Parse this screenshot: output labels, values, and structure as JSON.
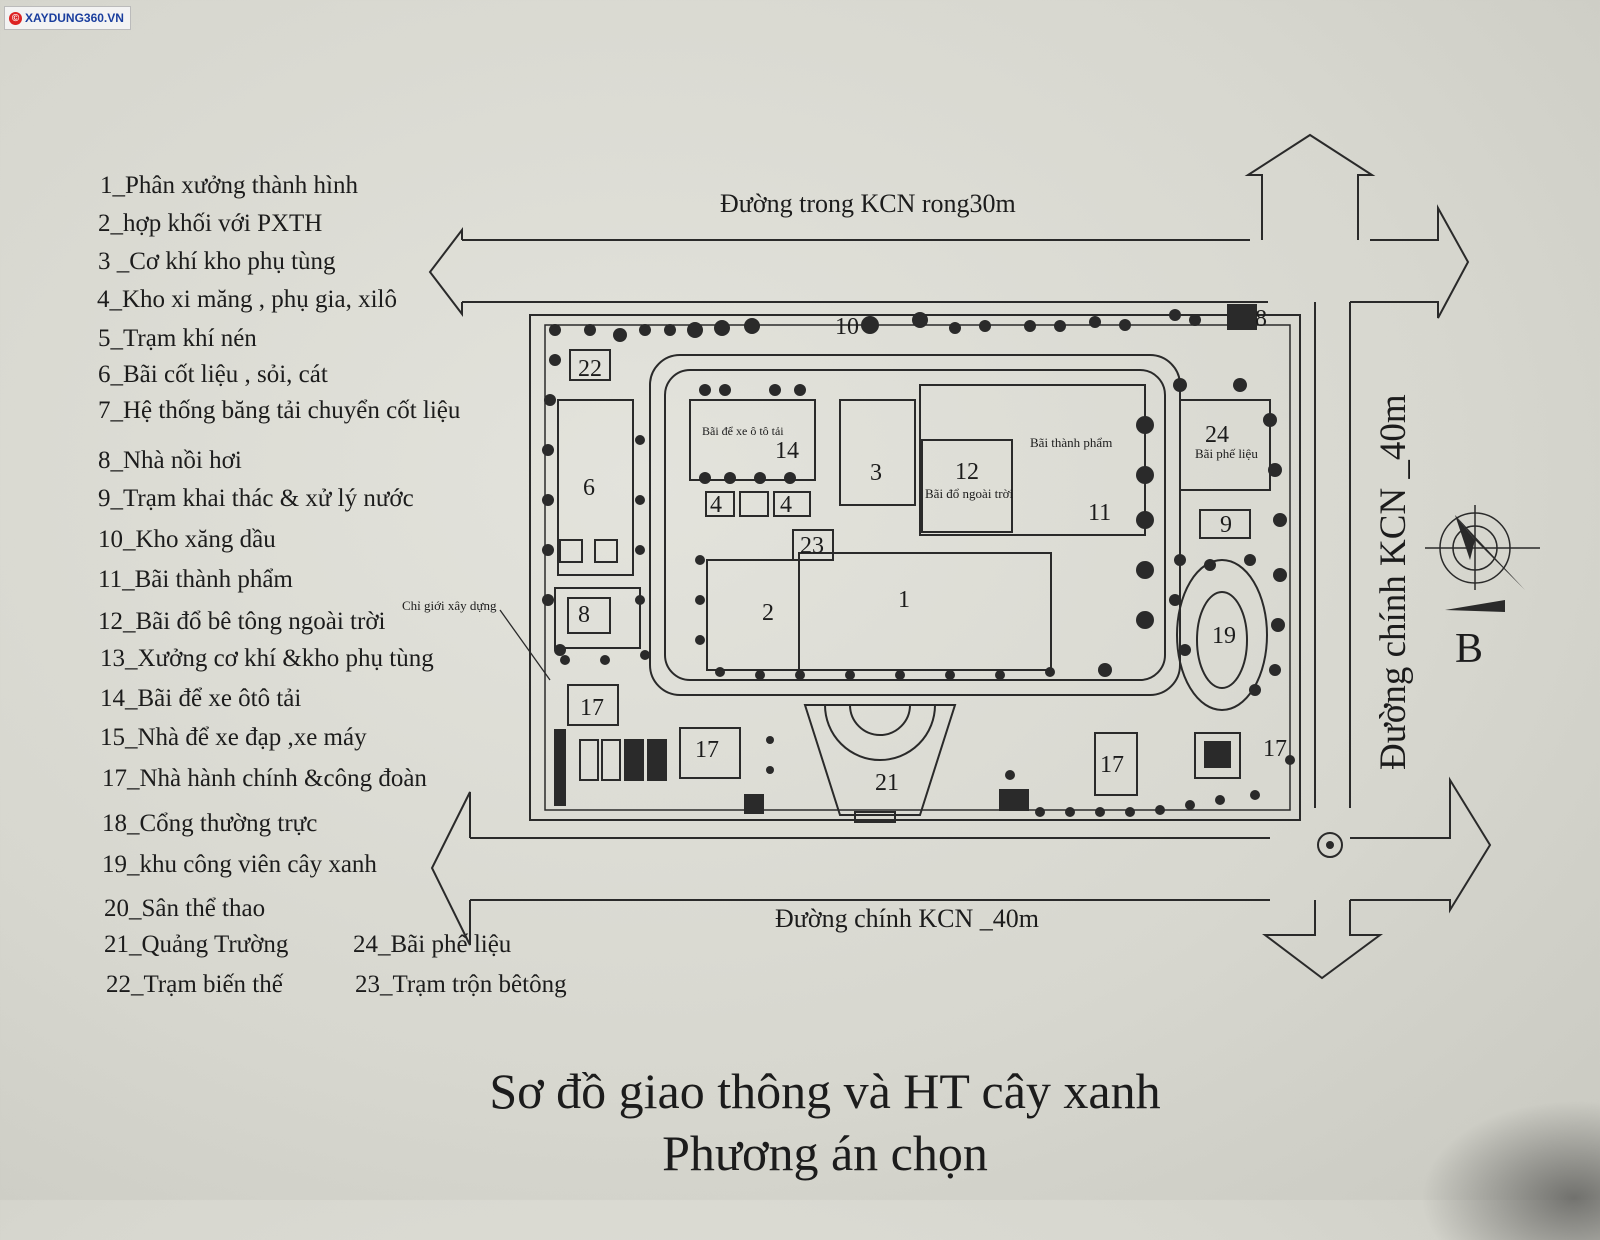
{
  "watermark": "XAYDUNG360.VN",
  "legend": [
    "1_Phân xưởng thành hình",
    "2_hợp khối với PXTH",
    "3 _Cơ khí kho phụ tùng",
    "4_Kho xi măng , phụ gia, xilô",
    "5_Trạm khí nén",
    "6_Bãi cốt liệu , sỏi, cát",
    "7_Hệ thống băng tải chuyển cốt liệu",
    "8_Nhà nồi hơi",
    "9_Trạm khai thác & xử lý nước",
    "10_Kho xăng dầu",
    "11_Bãi thành phẩm",
    "12_Bãi đổ bê tông ngoài trời",
    "13_Xưởng cơ khí &kho phụ tùng",
    "14_Bãi để xe ôtô tải",
    "15_Nhà để xe đạp ,xe máy",
    "17_Nhà hành chính &công đoàn",
    "18_Cổng thường trực",
    "19_khu công viên cây xanh",
    "20_Sân thể thao",
    "21_Quảng Trường",
    "22_Trạm biến thế",
    "24_Bãi phế liệu",
    "23_Trạm trộn bêtông"
  ],
  "roads": {
    "top": "Đường trong KCN rong30m",
    "bottom": "Đường chính KCN _40m",
    "right": "Đường chính KCN _40m"
  },
  "site_labels": {
    "boundary": "Chỉ giới xây dựng",
    "n1": "1",
    "n2": "2",
    "n3": "3",
    "n4a": "4",
    "n4b": "4",
    "n6": "6",
    "n8a": "8",
    "n8b": "8",
    "n9": "9",
    "n10": "10",
    "n11": "11",
    "n12": "12",
    "n14": "14",
    "n17a": "17",
    "n17b": "17",
    "n17c": "17",
    "n17d": "17",
    "n19": "19",
    "n21": "21",
    "n22": "22",
    "n23": "23",
    "n24": "24",
    "parking_trucks": "Bãi để xe ô tô tải",
    "outdoor_concrete": "Bãi đổ ngoài trời",
    "finished_goods": "Bãi thành phẩm",
    "scrap_yard": "Bãi phế liệu"
  },
  "compass": {
    "letter": "B"
  },
  "title": {
    "line1": "Sơ đồ giao thông và HT cây xanh",
    "line2": "Phương án chọn"
  }
}
